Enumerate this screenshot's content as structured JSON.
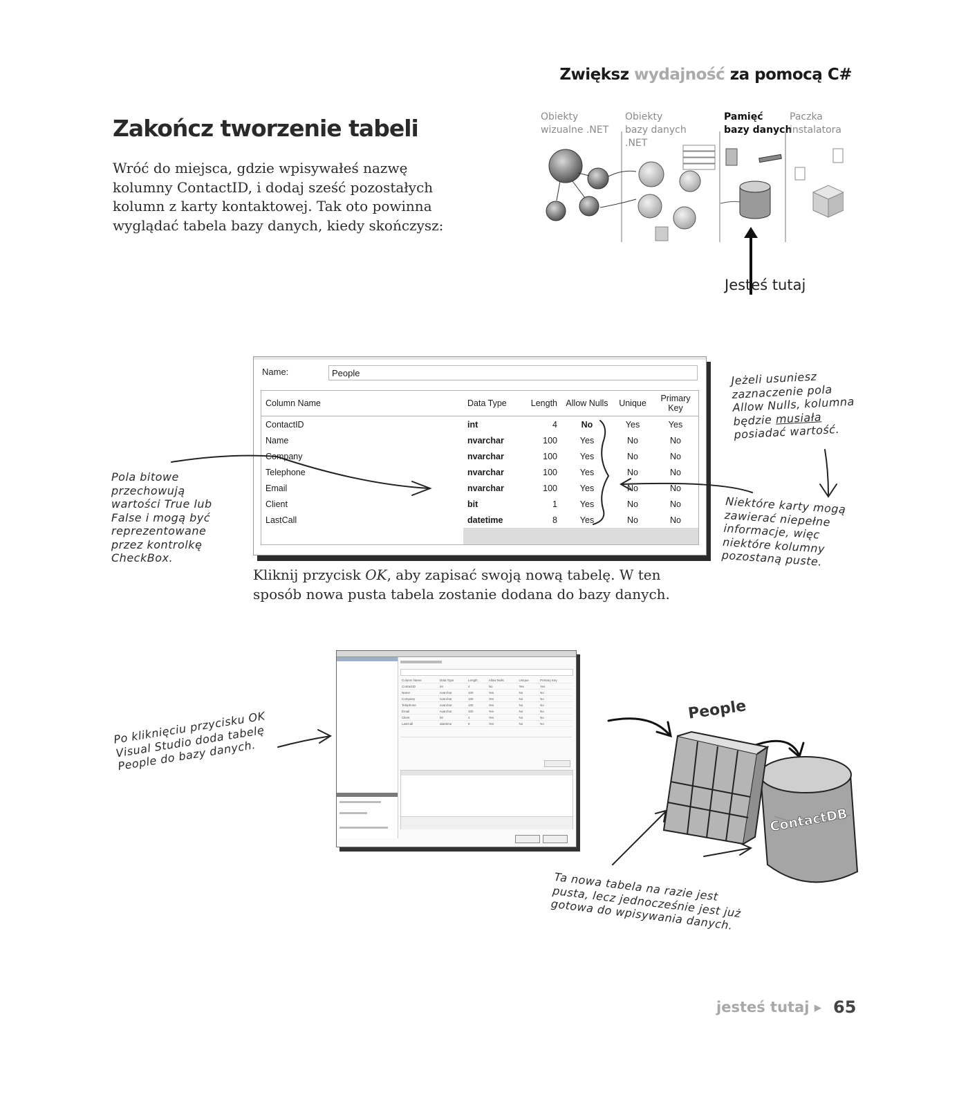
{
  "running_header": {
    "part1": "Zwiększ ",
    "part2": "wydajność",
    "part3": " za pomocą C#"
  },
  "title": "Zakończ tworzenie tabeli",
  "intro": "Wróć do miejsca, gdzie wpisywałeś nazwę kolumny ContactID, i dodaj sześć pozostałych kolumn z karty kontaktowej. Tak oto powinna wyglądać tabela bazy danych, kiedy skończysz:",
  "nav": {
    "columns": [
      {
        "line1": "Obiekty",
        "line2": "wizualne .NET",
        "line3": ""
      },
      {
        "line1": "Obiekty",
        "line2": "bazy danych",
        "line3": ".NET"
      },
      {
        "line1": "Pamięć",
        "line2": "bazy danych",
        "line3": ""
      },
      {
        "line1": "Paczka",
        "line2": "instalatora",
        "line3": ""
      }
    ],
    "you_are_here": "Jesteś tutaj"
  },
  "designer": {
    "name_label": "Name:",
    "name_value": "People",
    "headers": [
      "Column Name",
      "Data Type",
      "Length",
      "Allow Nulls",
      "Unique",
      "Primary Key"
    ],
    "rows": [
      [
        "ContactID",
        "int",
        "4",
        "No",
        "Yes",
        "Yes"
      ],
      [
        "Name",
        "nvarchar",
        "100",
        "Yes",
        "No",
        "No"
      ],
      [
        "Company",
        "nvarchar",
        "100",
        "Yes",
        "No",
        "No"
      ],
      [
        "Telephone",
        "nvarchar",
        "100",
        "Yes",
        "No",
        "No"
      ],
      [
        "Email",
        "nvarchar",
        "100",
        "Yes",
        "No",
        "No"
      ],
      [
        "Client",
        "bit",
        "1",
        "Yes",
        "No",
        "No"
      ],
      [
        "LastCall",
        "datetime",
        "8",
        "Yes",
        "No",
        "No"
      ]
    ]
  },
  "notes": {
    "bits": "Pola bitowe przechowują wartości True lub False i mogą być reprezentowane przez kontrolkę CheckBox.",
    "nulls_before": "Jeżeli usuniesz zaznaczenie pola Allow Nulls, kolumna będzie ",
    "nulls_underlined": "musiała",
    "nulls_after": " posiadać wartość.",
    "cards": "Niektóre karty mogą zawierać niepełne informacje, więc niektóre kolumny pozostaną puste.",
    "vs": "Po kliknięciu przycisku OK Visual Studio doda tabelę People do bazy danych.",
    "empty_table": "Ta nowa tabela na razie jest pusta, lecz jednocześnie jest już gotowa do wpisywania danych."
  },
  "caption": {
    "before": "Kliknij przycisk ",
    "ok": "OK",
    "after": ", aby zapisać swoją nową tabelę. W ten sposób nowa pusta tabela zostanie dodana do bazy danych."
  },
  "cartoon": {
    "table_label": "People",
    "db_label": "ContactDB"
  },
  "footer": {
    "here": "jesteś tutaj ▸",
    "page": "65"
  }
}
